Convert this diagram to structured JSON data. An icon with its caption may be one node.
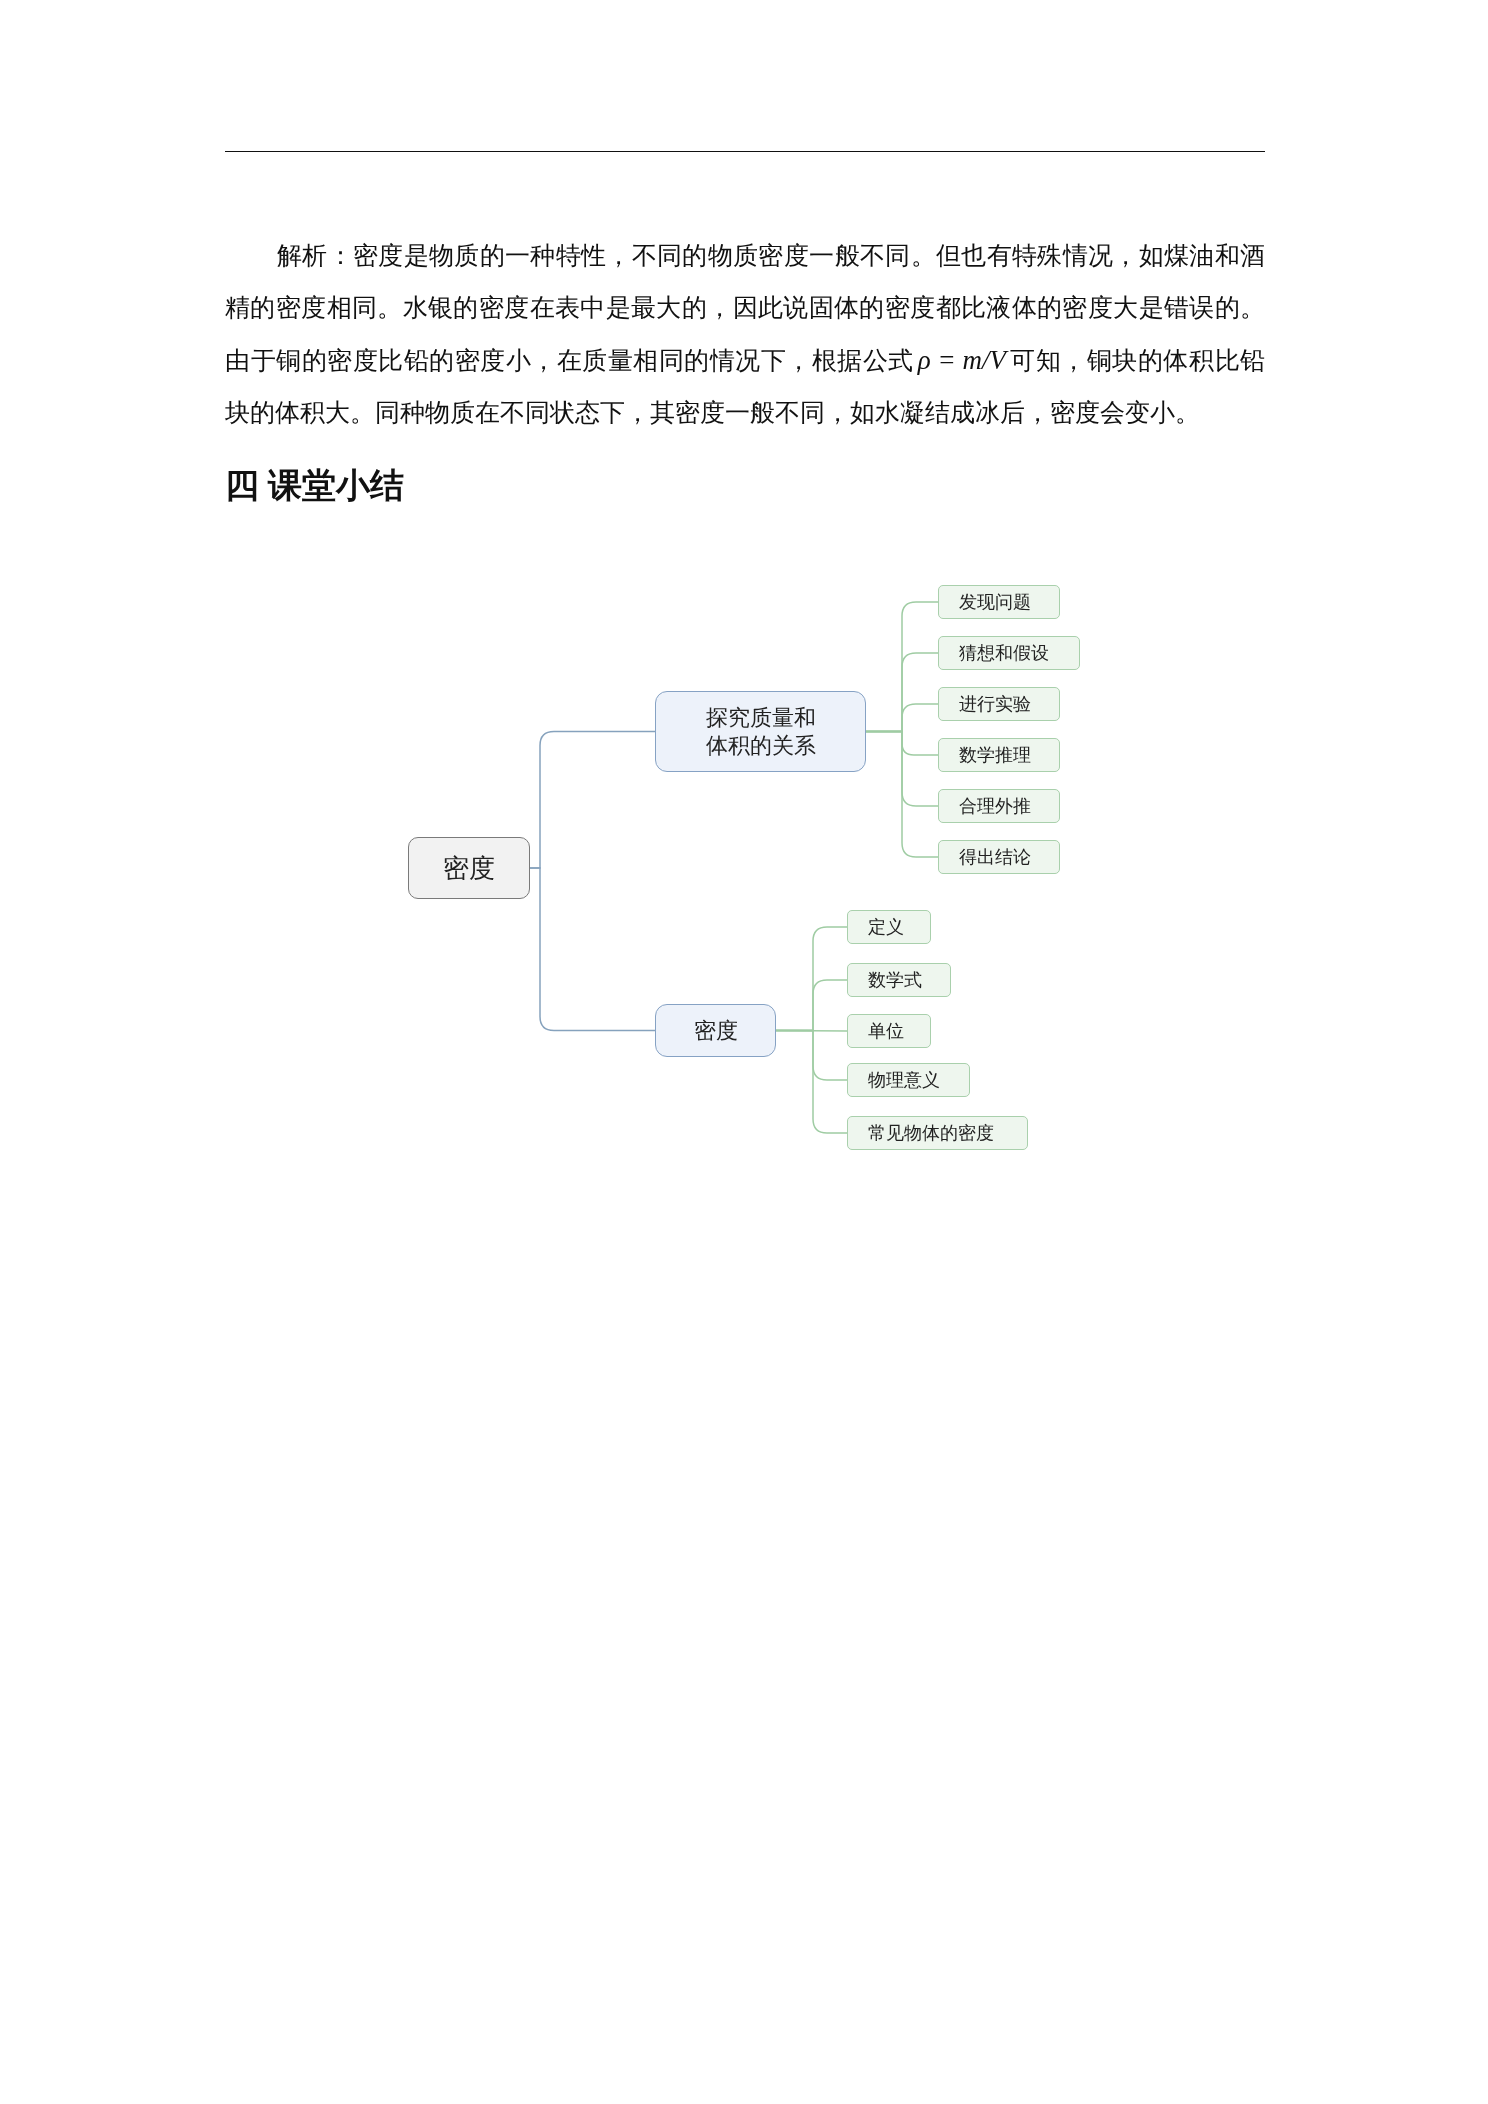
{
  "diagram": {
    "title": "四 课堂小结",
    "nodes": [
      {
        "text": [
          "密度"
        ]
      },
      {
        "text": [
          "探究质量和体积的关系"
        ]
      },
      {
        "text": [
          "发现问题"
        ]
      },
      {
        "text": [
          "猜想和假设"
        ]
      },
      {
        "text": [
          "进行实验"
        ]
      },
      {
        "text": [
          "数学推理"
        ]
      },
      {
        "text": [
          "合理外推"
        ]
      },
      {
        "text": [
          "得出结论"
        ]
      },
      {
        "text": [
          "密度"
        ]
      },
      {
        "text": [
          "定义"
        ]
      },
      {
        "text": [
          "数学式"
        ]
      },
      {
        "text": [
          "单位"
        ]
      },
      {
        "text": [
          "物理意义"
        ]
      },
      {
        "text": [
          "常见物体的密度"
        ]
      }
    ],
    "edges": [
      {
        "from": 0,
        "to": 1,
        "arrow": "none"
      },
      {
        "from": 0,
        "to": 8,
        "arrow": "none"
      },
      {
        "from": 1,
        "to": 2,
        "arrow": "none"
      },
      {
        "from": 1,
        "to": 3,
        "arrow": "none"
      },
      {
        "from": 1,
        "to": 4,
        "arrow": "none"
      },
      {
        "from": 1,
        "to": 5,
        "arrow": "none"
      },
      {
        "from": 1,
        "to": 6,
        "arrow": "none"
      },
      {
        "from": 1,
        "to": 7,
        "arrow": "none"
      },
      {
        "from": 8,
        "to": 9,
        "arrow": "none"
      },
      {
        "from": 8,
        "to": 10,
        "arrow": "none"
      },
      {
        "from": 8,
        "to": 11,
        "arrow": "none"
      },
      {
        "from": 8,
        "to": 12,
        "arrow": "none"
      },
      {
        "from": 8,
        "to": 13,
        "arrow": "none"
      }
    ],
    "labels": [
      "解析：密度是物质的一种特性，不同的物质密度一般不同。但也有特殊情况，如煤油和酒精的密度相同。水银的密度在表中是最大的，因此说固体的密度都比液体的密度大是错误的。由于铜的密度比铅的密度小，在质量相同的情况下，根据公式",
      "ρ = m/V",
      "可知，铜块的体积比铅块的体积大。同种物质在不同状态下，其密度一般不同，如水凝结成冰后，密度会变小。"
    ]
  }
}
